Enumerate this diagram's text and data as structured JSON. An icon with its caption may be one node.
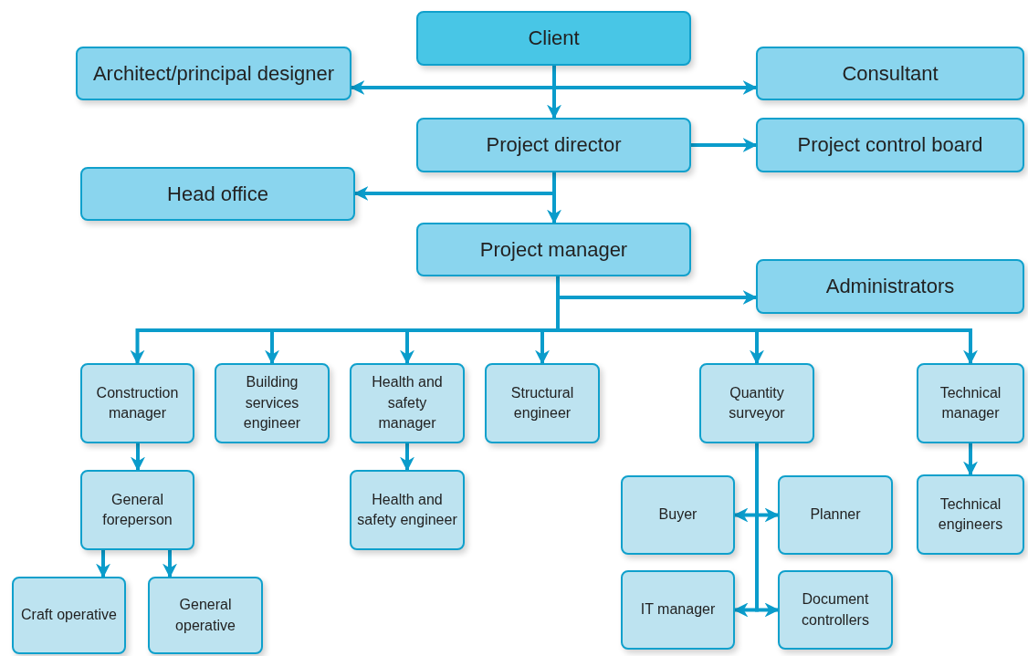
{
  "diagram": {
    "nodes": [
      {
        "text": [
          "Client"
        ]
      },
      {
        "text": [
          "Architect/principal designer"
        ]
      },
      {
        "text": [
          "Consultant"
        ]
      },
      {
        "text": [
          "Project director"
        ]
      },
      {
        "text": [
          "Project control board"
        ]
      },
      {
        "text": [
          "Head office"
        ]
      },
      {
        "text": [
          "Project manager"
        ]
      },
      {
        "text": [
          "Administrators"
        ]
      },
      {
        "text": [
          "Construction manager"
        ]
      },
      {
        "text": [
          "Building services engineer"
        ]
      },
      {
        "text": [
          "Health and safety manager"
        ]
      },
      {
        "text": [
          "Structural engineer"
        ]
      },
      {
        "text": [
          "Quantity surveyor"
        ]
      },
      {
        "text": [
          "Technical manager"
        ]
      },
      {
        "text": [
          "General foreperson"
        ]
      },
      {
        "text": [
          "Health and safety engineer"
        ]
      },
      {
        "text": [
          "Craft operative"
        ]
      },
      {
        "text": [
          "General operative"
        ]
      },
      {
        "text": [
          "Buyer"
        ]
      },
      {
        "text": [
          "Planner"
        ]
      },
      {
        "text": [
          "IT manager"
        ]
      },
      {
        "text": [
          "Document controllers"
        ]
      },
      {
        "text": [
          "Technical engineers"
        ]
      }
    ],
    "edges": [
      {
        "from": 0,
        "to": 1,
        "arrow": "to"
      },
      {
        "from": 0,
        "to": 2,
        "arrow": "to"
      },
      {
        "from": 0,
        "to": 3,
        "arrow": "to"
      },
      {
        "from": 3,
        "to": 4,
        "arrow": "to"
      },
      {
        "from": 3,
        "to": 5,
        "arrow": "to"
      },
      {
        "from": 3,
        "to": 6,
        "arrow": "to"
      },
      {
        "from": 6,
        "to": 7,
        "arrow": "to"
      },
      {
        "from": 6,
        "to": 8,
        "arrow": "to"
      },
      {
        "from": 6,
        "to": 9,
        "arrow": "to"
      },
      {
        "from": 6,
        "to": 10,
        "arrow": "to"
      },
      {
        "from": 6,
        "to": 11,
        "arrow": "to"
      },
      {
        "from": 6,
        "to": 12,
        "arrow": "to"
      },
      {
        "from": 6,
        "to": 13,
        "arrow": "to"
      },
      {
        "from": 8,
        "to": 14,
        "arrow": "to"
      },
      {
        "from": 10,
        "to": 15,
        "arrow": "to"
      },
      {
        "from": 14,
        "to": 16,
        "arrow": "to"
      },
      {
        "from": 14,
        "to": 17,
        "arrow": "to"
      },
      {
        "from": 12,
        "to": 18,
        "arrow": "to"
      },
      {
        "from": 12,
        "to": 19,
        "arrow": "to"
      },
      {
        "from": 12,
        "to": 20,
        "arrow": "to"
      },
      {
        "from": 12,
        "to": 21,
        "arrow": "to"
      },
      {
        "from": 13,
        "to": 22,
        "arrow": "to"
      }
    ]
  }
}
